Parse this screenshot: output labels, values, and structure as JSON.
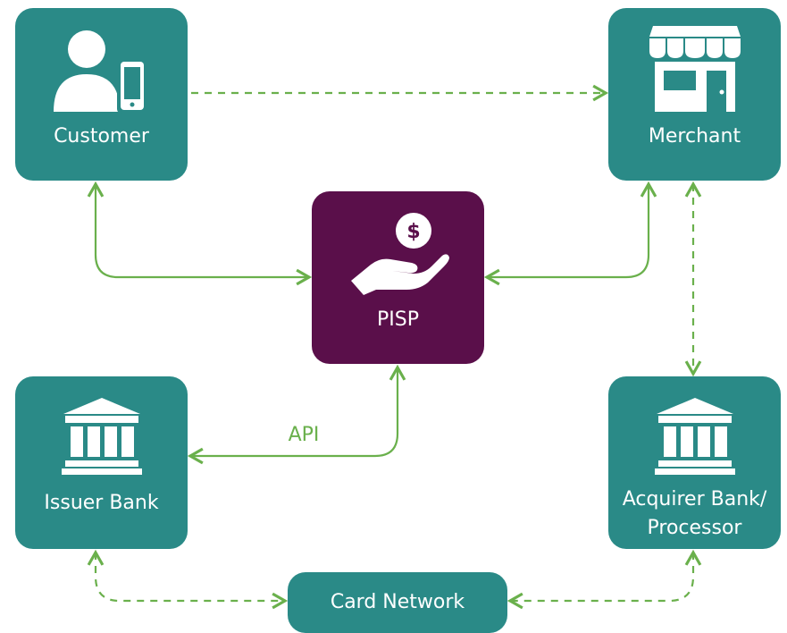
{
  "colors": {
    "node_teal": "#2a8a87",
    "node_purple": "#5a0f4a",
    "connector_green": "#6ab04c",
    "text_white": "#ffffff"
  },
  "nodes": {
    "customer": {
      "label": "Customer",
      "icon": "person-with-phone-icon"
    },
    "merchant": {
      "label": "Merchant",
      "icon": "storefront-icon"
    },
    "pisp": {
      "label": "PISP",
      "icon": "hand-holding-coin-icon"
    },
    "issuer": {
      "label": "Issuer Bank",
      "icon": "bank-building-icon"
    },
    "acquirer": {
      "label_line1": "Acquirer Bank/",
      "label_line2": "Processor",
      "icon": "bank-building-icon"
    },
    "network": {
      "label": "Card Network"
    }
  },
  "edges": {
    "api_label": "API",
    "list": [
      {
        "from": "Customer",
        "to": "Merchant",
        "style": "dashed",
        "direction": "one-way"
      },
      {
        "from": "Customer",
        "to": "PISP",
        "style": "solid",
        "direction": "two-way"
      },
      {
        "from": "Merchant",
        "to": "PISP",
        "style": "solid",
        "direction": "two-way"
      },
      {
        "from": "Merchant",
        "to": "Acquirer Bank/ Processor",
        "style": "dashed",
        "direction": "two-way"
      },
      {
        "from": "PISP",
        "to": "Issuer Bank",
        "style": "solid",
        "direction": "two-way",
        "label": "API"
      },
      {
        "from": "Issuer Bank",
        "to": "Card Network",
        "style": "dashed",
        "direction": "two-way"
      },
      {
        "from": "Acquirer Bank/ Processor",
        "to": "Card Network",
        "style": "dashed",
        "direction": "two-way"
      }
    ]
  }
}
